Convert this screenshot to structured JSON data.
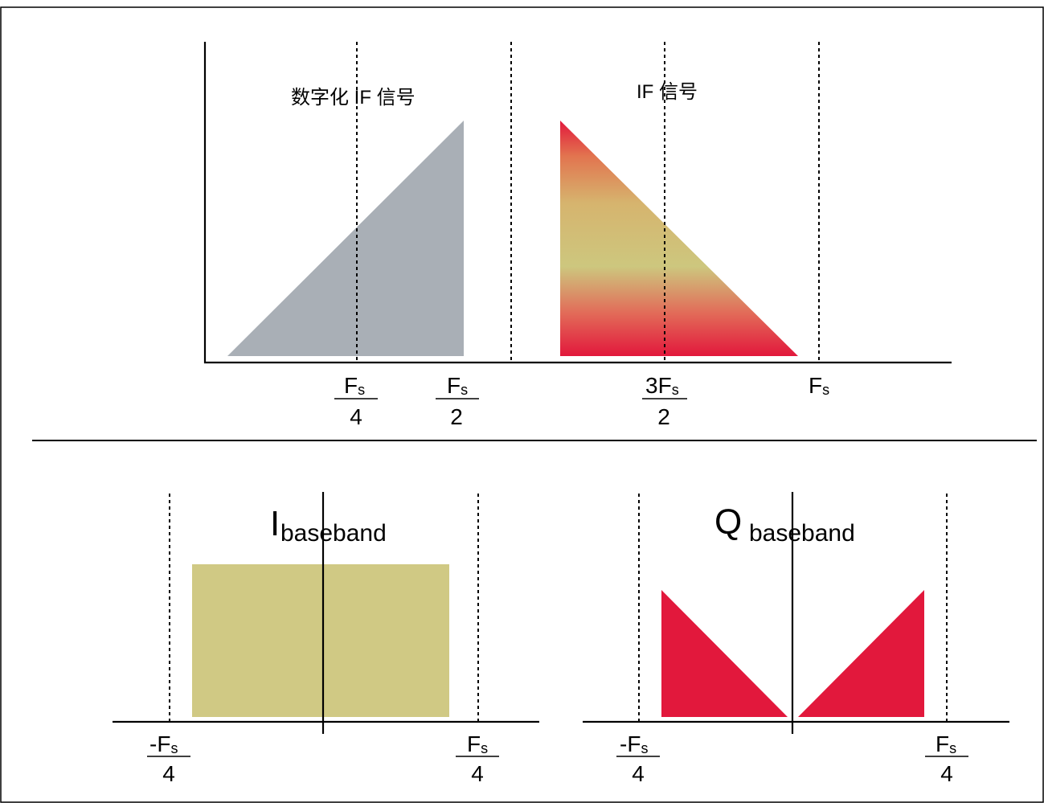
{
  "colors": {
    "gray_triangle": "#a9afb6",
    "red": "#e2183c",
    "olive": "#d0c984",
    "yellow_mid": "#cdc77e",
    "axis": "#000000"
  },
  "top": {
    "label_digitized": "数字化 IF 信号",
    "label_if": "IF 信号",
    "ticks": [
      {
        "num": "F",
        "sub": "s",
        "den": "4",
        "fraction": true
      },
      {
        "num": "F",
        "sub": "s",
        "den": "2",
        "fraction": true
      },
      {
        "num": "3F",
        "sub": "s",
        "den": "2",
        "fraction": true
      },
      {
        "num": "F",
        "sub": "s",
        "den": "",
        "fraction": false
      }
    ]
  },
  "bottom_left": {
    "letter": "I",
    "subscript": "baseband",
    "ticks": [
      {
        "num": "-F",
        "sub": "s",
        "den": "4"
      },
      {
        "num": "F",
        "sub": "s",
        "den": "4"
      }
    ]
  },
  "bottom_right": {
    "letter": "Q",
    "subscript": "baseband",
    "ticks": [
      {
        "num": "-F",
        "sub": "s",
        "den": "4"
      },
      {
        "num": "F",
        "sub": "s",
        "den": "4"
      }
    ]
  }
}
